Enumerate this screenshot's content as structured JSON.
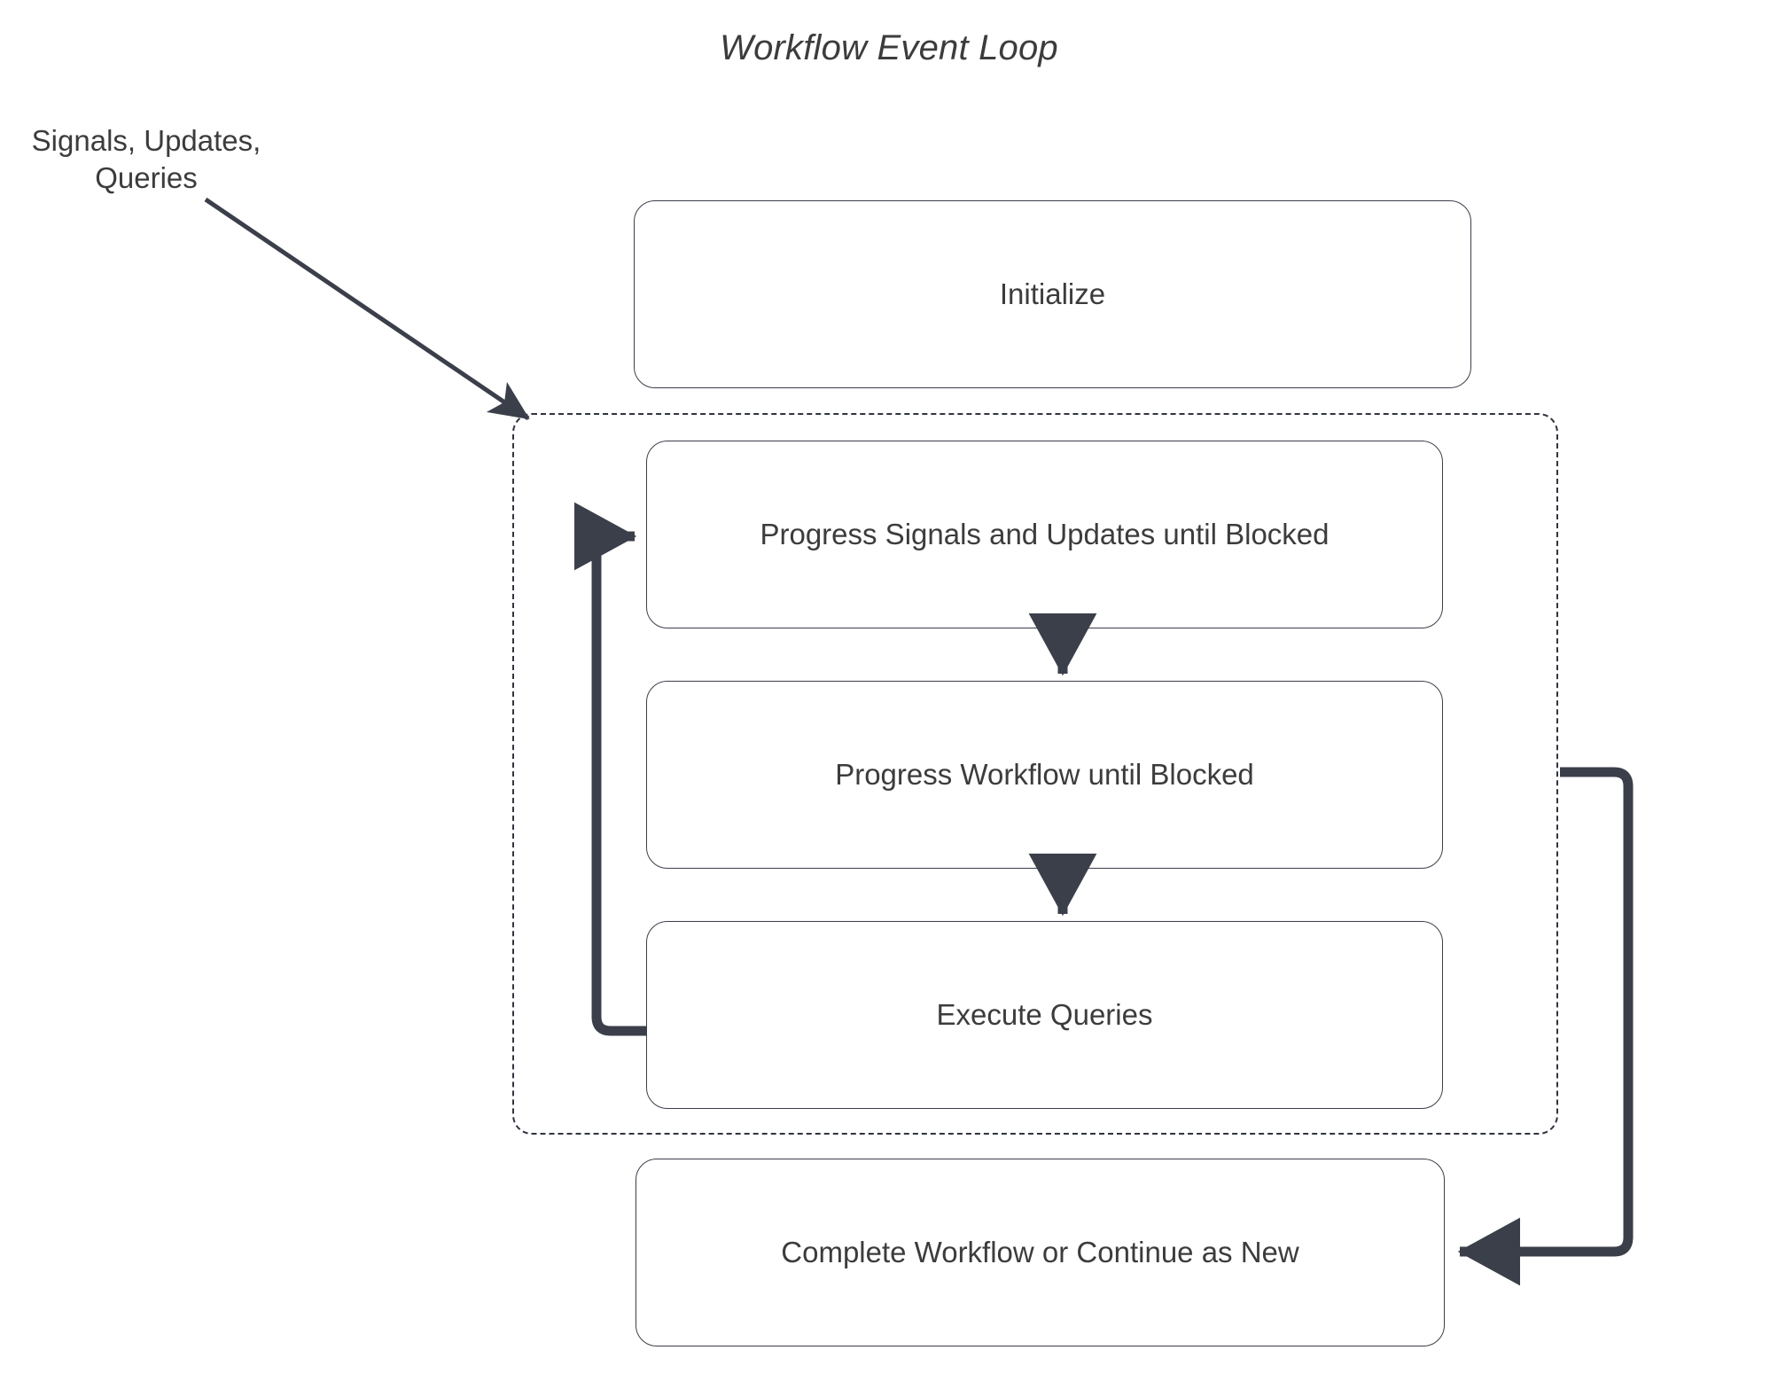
{
  "diagram": {
    "title": "Workflow Event Loop",
    "type": "flowchart",
    "background_color": "#ffffff",
    "stroke_color": "#3b3f4a",
    "text_color": "#3c3c3c",
    "dashed_border_color": "#2f3440"
  },
  "external_label": {
    "line1": "Signals, Updates,",
    "line2": "Queries"
  },
  "nodes": [
    {
      "id": "initialize",
      "label": "Initialize"
    },
    {
      "id": "progress-signals",
      "label": "Progress Signals and Updates until Blocked"
    },
    {
      "id": "progress-workflow",
      "label": "Progress Workflow until Blocked"
    },
    {
      "id": "execute-queries",
      "label": "Execute Queries"
    },
    {
      "id": "complete-workflow",
      "label": "Complete Workflow or Continue as New"
    }
  ],
  "group": {
    "id": "event-loop-group",
    "style": "dashed",
    "contains": [
      "progress-signals",
      "progress-workflow",
      "execute-queries"
    ]
  },
  "edges": [
    {
      "id": "signals-into-loop",
      "from": "external-label",
      "to": "event-loop-group",
      "style": "diagonal-arrow"
    },
    {
      "id": "signals-to-workflow",
      "from": "progress-signals",
      "to": "progress-workflow",
      "style": "vertical-arrow"
    },
    {
      "id": "workflow-to-queries",
      "from": "progress-workflow",
      "to": "execute-queries",
      "style": "vertical-arrow"
    },
    {
      "id": "queries-loop-back",
      "from": "execute-queries",
      "to": "progress-signals",
      "style": "left-loop-arrow"
    },
    {
      "id": "loop-to-complete",
      "from": "event-loop-group",
      "to": "complete-workflow",
      "style": "right-elbow-arrow"
    }
  ]
}
